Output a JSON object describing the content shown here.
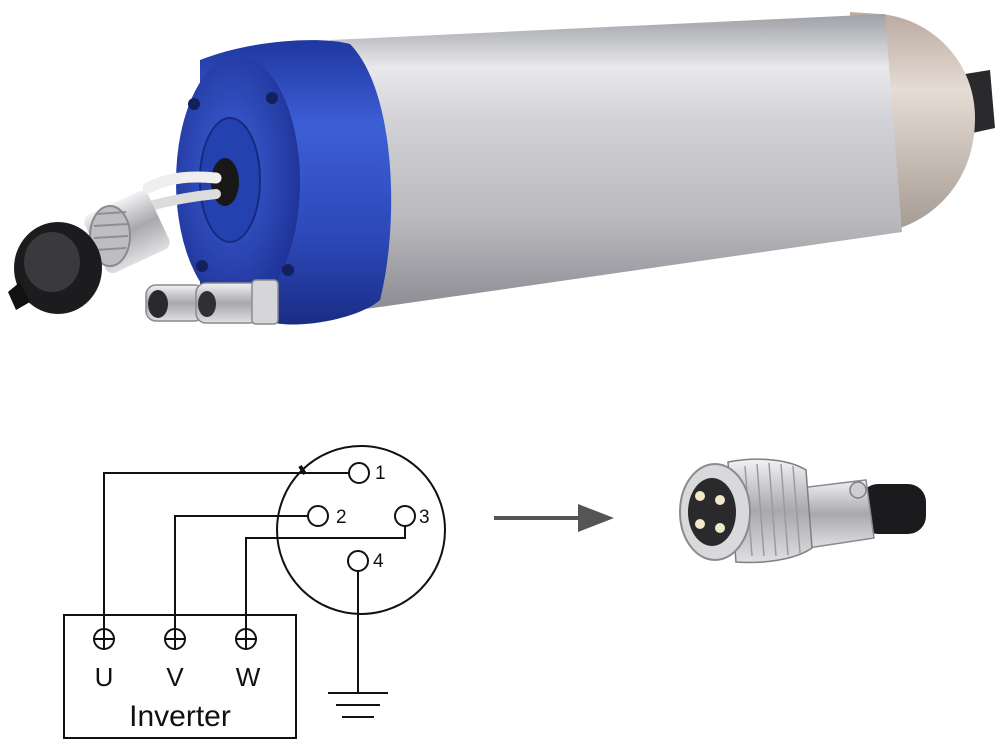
{
  "pins": [
    {
      "label": "1"
    },
    {
      "label": "2"
    },
    {
      "label": "3"
    },
    {
      "label": "4"
    }
  ],
  "terminals": [
    {
      "label": "U"
    },
    {
      "label": "V"
    },
    {
      "label": "W"
    }
  ],
  "inverter_label": "Inverter",
  "colors": {
    "line": "#111111",
    "arrow": "#555555",
    "spindle_body": "#c9c9cc",
    "spindle_cap": "#2f4fc0",
    "connector_metal": "#c8c8cc"
  },
  "icons": {
    "terminal": "circled-plus-icon",
    "ground": "ground-icon",
    "arrow": "right-arrow-icon"
  }
}
